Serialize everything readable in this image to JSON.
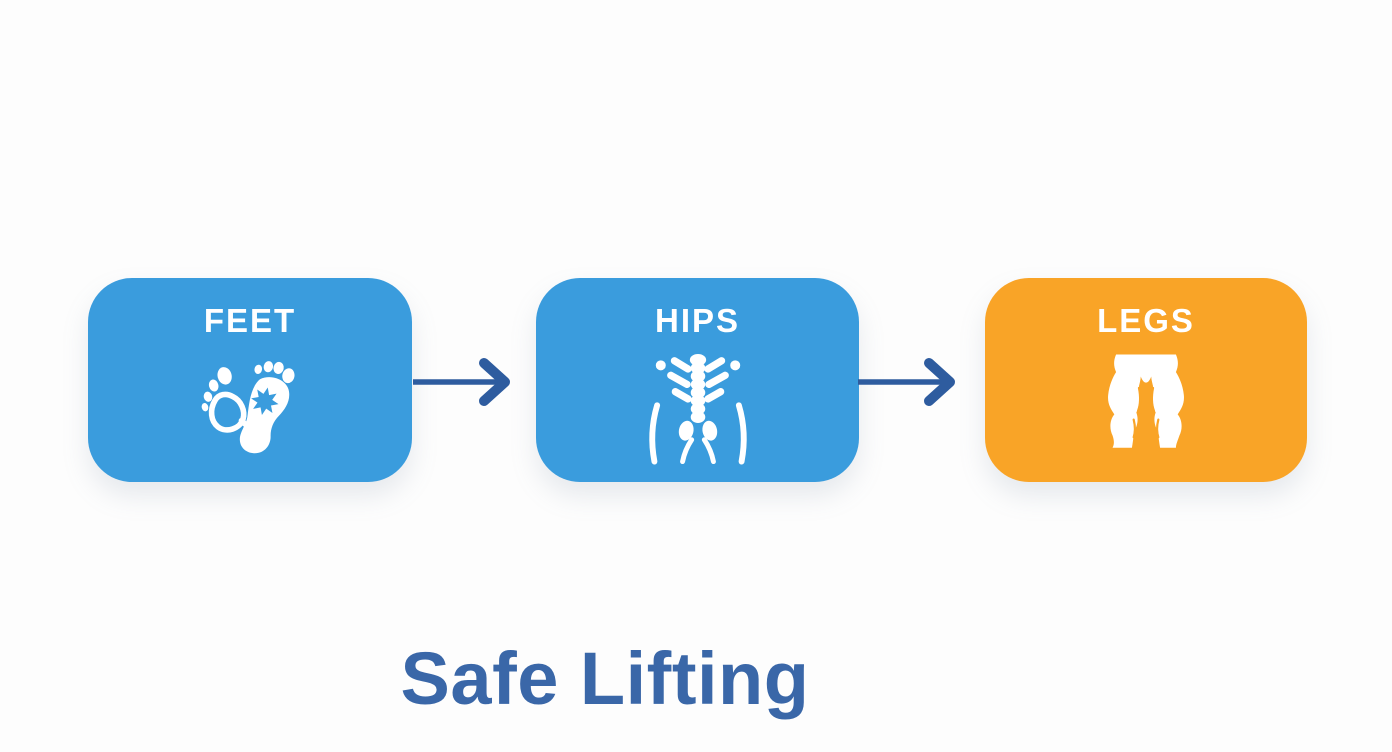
{
  "page": {
    "background_color": "#FDFDFD"
  },
  "title": {
    "text": "Safe Lifting",
    "color": "#3A67A8"
  },
  "flow": {
    "arrow_color": "#2E5C9F",
    "steps": [
      {
        "label": "FEET",
        "icon": "footprints-icon",
        "box_color": "#3A9CDD",
        "label_color": "#FFFFFF"
      },
      {
        "label": "HIPS",
        "icon": "pelvis-bones-icon",
        "box_color": "#3A9CDD",
        "label_color": "#FFFFFF"
      },
      {
        "label": "LEGS",
        "icon": "muscular-legs-icon",
        "box_color": "#F9A427",
        "label_color": "#FFFFFF"
      }
    ]
  }
}
